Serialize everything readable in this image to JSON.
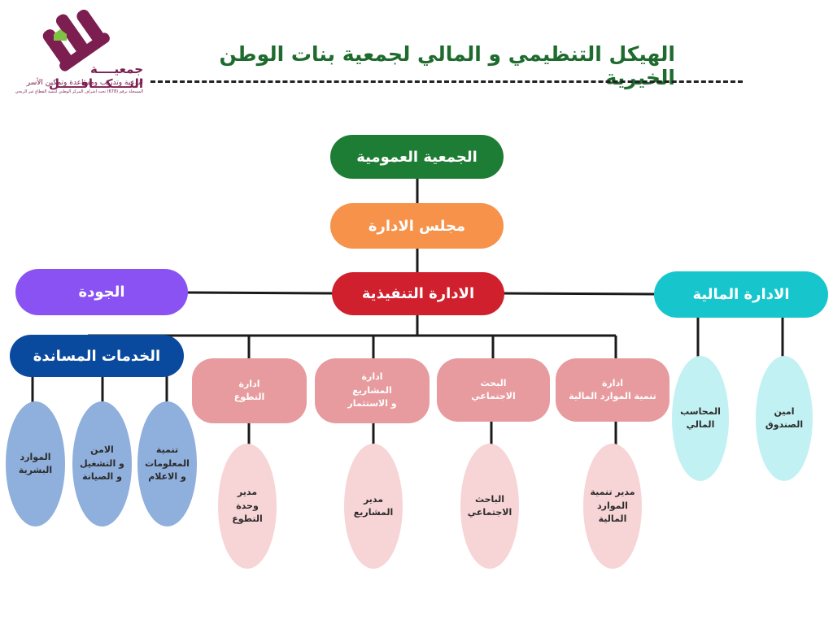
{
  "logo": {
    "name": "جمعيــــة التــــكـــافـــــل",
    "tagline": "لتوعية وتدريب ومساعدة وتمكين الأسر",
    "registration": "المسجلة برقم (678) تحت اشراف المركز الوطني لتنمية القطاع غير الربحي"
  },
  "title": "الهيكل التنظيمي و المالي لجمعية بنات الوطن الخيرية",
  "colors": {
    "title": "#1f6b2e",
    "general_assembly": "#1e7d34",
    "board": "#f6924a",
    "executive": "#d0202e",
    "quality": "#8a52f2",
    "finance": "#17c6cc",
    "finance_staff": "#c2f1f3",
    "support": "#0a4a9e",
    "support_units": "#8fafdc",
    "departments": "#e79b9e",
    "managers": "#f7d4d6"
  },
  "nodes": {
    "general_assembly": "الجمعية العمومية",
    "board": "مجلس الادارة",
    "executive": "الادارة التنفيذية",
    "quality": "الجودة",
    "finance": "الادارة المالية",
    "support": "الخدمات المساندة",
    "dept_volunteering": "ادارة\nالتطوع",
    "dept_projects": "ادارة\nالمشاريع\nو الاستثمار",
    "dept_social_research": "البحث\nالاجتماعي",
    "dept_financial_dev": "ادارة\nتنمية الموارد المالية",
    "accountant": "المحاسب\nالمالي",
    "treasurer": "امين\nالصندوق",
    "hr": "الموارد\nالبشرية",
    "security_ops": "الامن\nو التشغيل\nو الصيانة",
    "info_media": "تنمية\nالمعلومات\nو الاعلام",
    "mgr_volunteering": "مدير\nوحدة\nالتطوع",
    "mgr_projects": "مدير\nالمشاريع",
    "social_researcher": "الباحث\nالاجتماعي",
    "mgr_financial_dev": "مدير تنمية\nالموارد\nالمالية"
  }
}
